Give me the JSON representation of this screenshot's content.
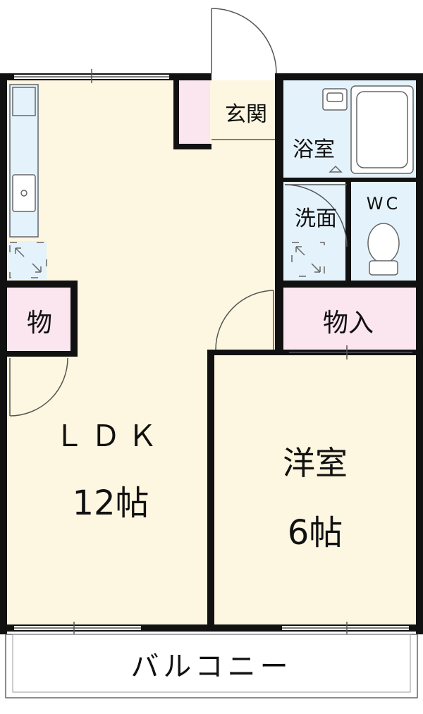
{
  "colors": {
    "room_cream": "#fdf6e0",
    "wet_blue": "#e4f3fb",
    "storage_pink": "#fbe5ee",
    "wall": "#111111",
    "balcony_bg": "#ffffff"
  },
  "rooms": {
    "ldk": {
      "name": "ＬＤＫ",
      "size": "12帖"
    },
    "western": {
      "name": "洋室",
      "size": "6帖"
    },
    "entrance": {
      "name": "玄関"
    },
    "bath": {
      "name": "浴室"
    },
    "wash": {
      "name": "洗面"
    },
    "wc": {
      "name": "WC"
    },
    "closet_left": {
      "name": "物"
    },
    "closet_right": {
      "name": "物入"
    },
    "balcony": {
      "name": "バルコニー"
    }
  },
  "icons": [
    "kitchen-counter-icon",
    "sink-icon",
    "bathtub-icon",
    "basin-icon",
    "toilet-icon",
    "washer-space-icon",
    "fridge-space-icon",
    "door-swing-icon",
    "window-icon"
  ]
}
